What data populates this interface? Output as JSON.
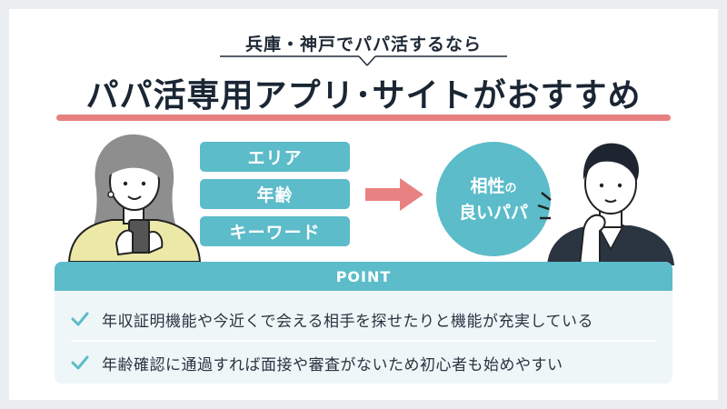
{
  "header": {
    "subtitle": "兵庫・神戸でパパ活するなら",
    "title": "パパ活専用アプリ･サイトがおすすめ"
  },
  "filters": {
    "items": [
      "エリア",
      "年齢",
      "キーワード"
    ]
  },
  "result": {
    "line1_main": "相性",
    "line1_particle": "の",
    "line2": "良いパパ"
  },
  "point": {
    "header": "POINT",
    "items": [
      "年収証明機能や今近くで会える相手を探せたりと機能が充実している",
      "年齢確認に通過すれば面接や審査がないため初心者も始めやすい"
    ]
  },
  "colors": {
    "accent": "#5cbcc9",
    "underline": "#e68080",
    "arrow": "#e88282",
    "background": "#ebeef1"
  },
  "icons": [
    "woman-with-phone-icon",
    "arrow-right-icon",
    "thinking-man-icon",
    "check-icon"
  ]
}
